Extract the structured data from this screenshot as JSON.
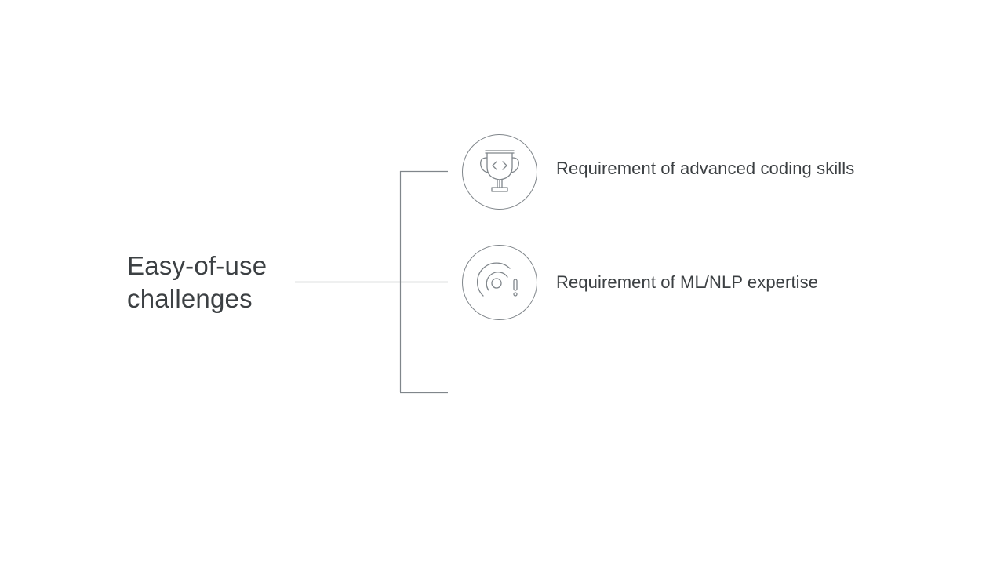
{
  "diagram": {
    "title_lines": [
      "Easy-of-use",
      "challenges"
    ],
    "items": [
      {
        "label": "Requirement of advanced coding skills",
        "icon": "trophy-code-icon"
      },
      {
        "label": "Requirement of ML/NLP expertise",
        "icon": "radar-alert-icon"
      },
      {
        "label": "",
        "icon": ""
      }
    ]
  },
  "colors": {
    "text": "#3c4043",
    "line": "#80868b",
    "background": "#ffffff"
  }
}
